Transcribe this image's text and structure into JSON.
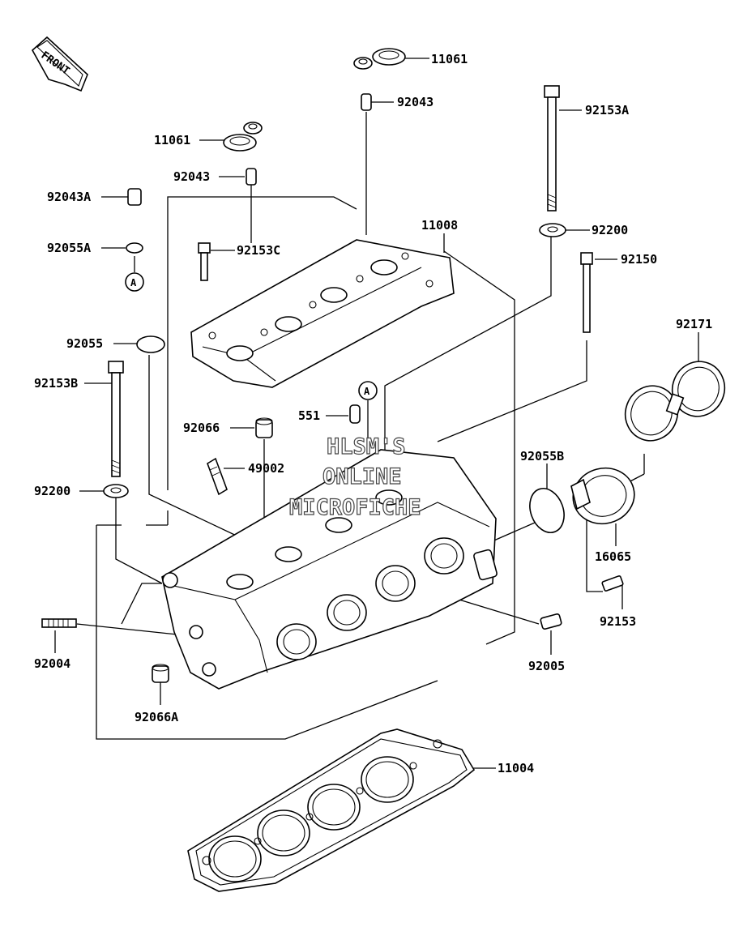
{
  "front_marker": "FRONT",
  "watermark": [
    "HLSM'S",
    "ONLINE",
    "MICROFICHE"
  ],
  "ref_a": "A",
  "labels": {
    "p11061_top": "11061",
    "p92043_top": "92043",
    "p11061_left": "11061",
    "p92043_left": "92043",
    "p92153A": "92153A",
    "p92043A": "92043A",
    "p11008": "11008",
    "p92200_top": "92200",
    "p92055A": "92055A",
    "p92153C": "92153C",
    "p92150": "92150",
    "p92171": "92171",
    "p92055": "92055",
    "p92153B": "92153B",
    "p551": "551",
    "p92066": "92066",
    "p49002": "49002",
    "p92055B": "92055B",
    "p92200_left": "92200",
    "p16065": "16065",
    "p92153": "92153",
    "p92004": "92004",
    "p92005": "92005",
    "p92066A": "92066A",
    "p11004": "11004"
  }
}
